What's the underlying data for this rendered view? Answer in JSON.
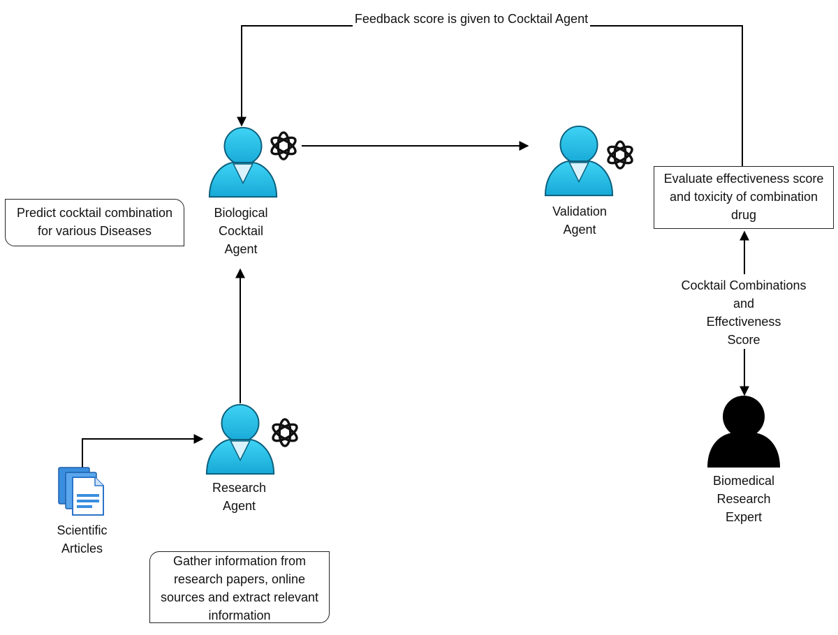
{
  "agents": {
    "biological": {
      "label": "Biological\nCocktail\nAgent"
    },
    "validation": {
      "label": "Validation\nAgent"
    },
    "research": {
      "label": "Research\nAgent"
    }
  },
  "expert": {
    "label": "Biomedical\nResearch\nExpert"
  },
  "articles": {
    "label": "Scientific\nArticles"
  },
  "notes": {
    "predict": "Predict cocktail combination\nfor various Diseases",
    "evaluate": "Evaluate effectiveness score\nand toxicity of combination\ndrug",
    "gather": "Gather information from\nresearch papers, online\nsources and extract relevant\ninformation"
  },
  "edges": {
    "feedback": "Feedback score is given to Cocktail Agent",
    "combinations": "Cocktail Combinations\nand\nEffectiveness\nScore"
  },
  "colors": {
    "agent_blue": "#29c2e8",
    "agent_blue_dark": "#0e8fb8",
    "doc_blue": "#3a8ee0",
    "expert": "#000000"
  },
  "icons": {
    "agent": "person-icon",
    "ai_badge": "openai-logo-icon",
    "document": "document-stack-icon",
    "expert": "person-silhouette-icon"
  }
}
